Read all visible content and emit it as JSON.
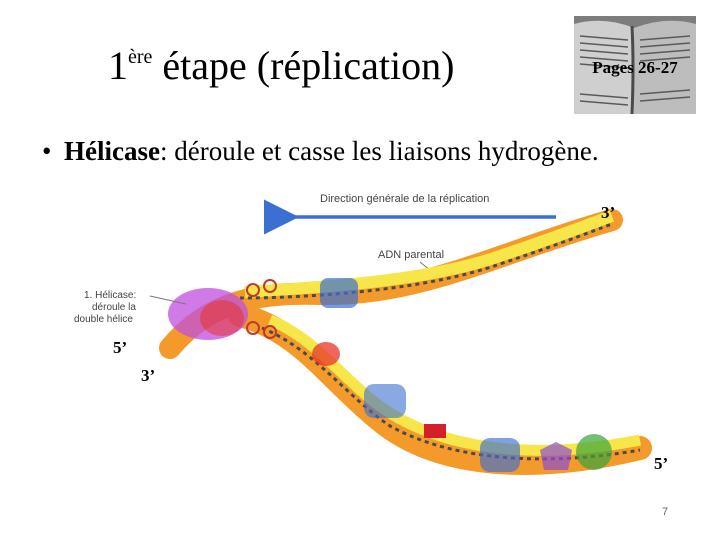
{
  "header": {
    "title_num": "1",
    "title_sup": "ère",
    "title_rest": " étape (réplication)",
    "pages_label": "Pages 26-27"
  },
  "bullet": {
    "term": "Hélicase",
    "text": ": déroule et casse les liaisons hydrogène."
  },
  "diagram": {
    "direction_label": "Direction générale de la réplication",
    "parent_label": "ADN parental",
    "helicase_label_line1": "1. Hélicase:",
    "helicase_label_line2": "déroule la",
    "helicase_label_line3": "double hélice",
    "end_top_right": "3’",
    "end_left_upper": "5’",
    "end_left_lower": "3’",
    "end_bottom_right": "5’"
  },
  "footer": {
    "slide_number": "7"
  },
  "colors": {
    "strand_yellow": "#f7e64a",
    "strand_orange": "#f49a2a",
    "strand_red": "#e8342a",
    "arrow_blue": "#3b6fd1",
    "helicase_purple": "#c04ee0"
  }
}
